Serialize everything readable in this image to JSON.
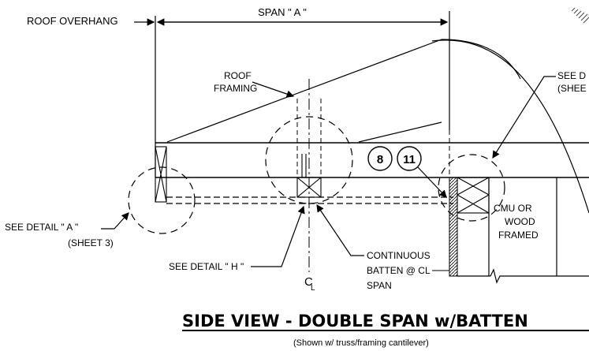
{
  "labels": {
    "roof_overhang": "ROOF OVERHANG",
    "span_a": "SPAN \" A \"",
    "roof_framing_line1": "ROOF",
    "roof_framing_line2": "FRAMING",
    "see_detail_right_line1": "SEE D",
    "see_detail_right_line2": "(SHEE",
    "detail_bubble_1": "8",
    "detail_bubble_2": "11",
    "cmu_line1": "CMU OR",
    "cmu_line2": "WOOD",
    "cmu_line3": "FRAMED",
    "see_detail_a_line1": "SEE DETAIL \" A \"",
    "see_detail_a_line2": "(SHEET 3)",
    "see_detail_h": "SEE DETAIL \" H \"",
    "continuous_line1": "CONTINUOUS",
    "continuous_line2": "BATTEN @ CL",
    "continuous_line3": "SPAN",
    "centerline_symbol": "C",
    "centerline_sub": "L"
  },
  "title": "SIDE VIEW - DOUBLE SPAN w/BATTEN",
  "subtitle": "(Shown w/ truss/framing cantilever)"
}
